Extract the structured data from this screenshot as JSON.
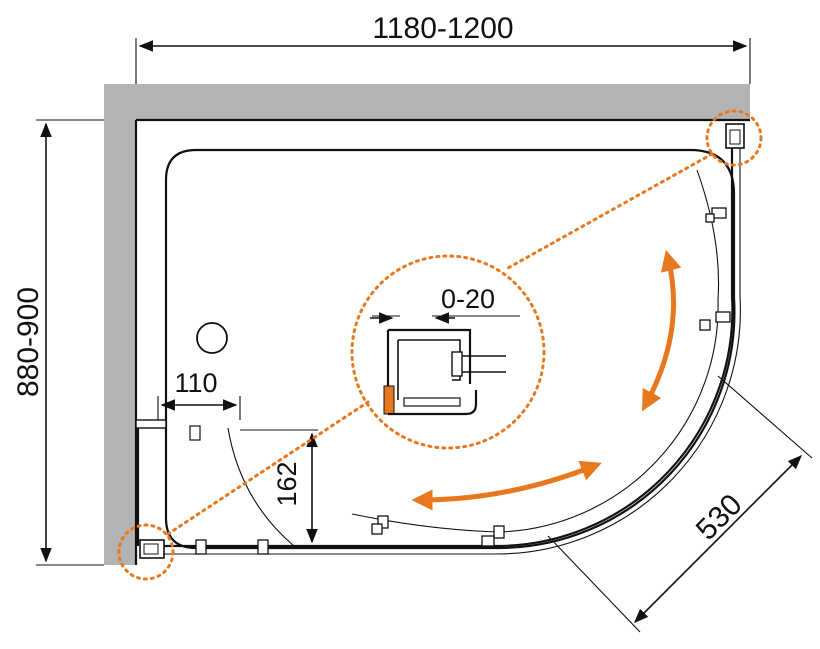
{
  "dimensions": {
    "width": "1180-1200",
    "depth": "880-900",
    "door_width": "530",
    "drain_offset": "110",
    "tray_offset": "162",
    "profile_adjust": "0-20"
  },
  "colors": {
    "wall": "#b3b3b3",
    "accent": "#e8781e",
    "line": "#111111",
    "detail_fill": "#e8781e"
  }
}
